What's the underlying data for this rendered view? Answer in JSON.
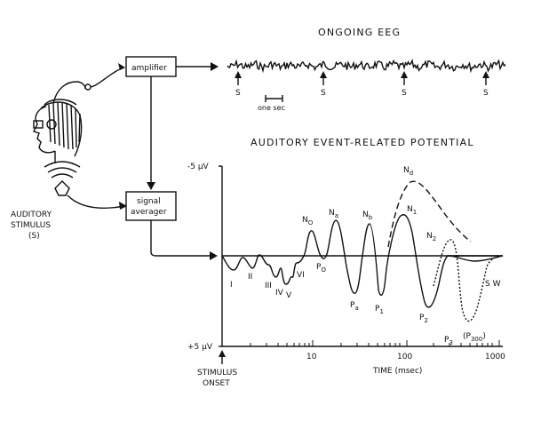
{
  "ongoing_eeg": {
    "title": "ONGOING EEG",
    "stimulus_mark": "S",
    "scale_label": "one sec"
  },
  "erp": {
    "title": "AUDITORY EVENT-RELATED POTENTIAL",
    "y_top": "-5 µV",
    "y_bottom": "+5 µV",
    "x_ticks": [
      "10",
      "100",
      "1000"
    ],
    "x_label": "TIME (msec)",
    "onset_label_1": "STIMULUS",
    "onset_label_2": "ONSET",
    "components": {
      "I": "I",
      "II": "II",
      "III": "III",
      "IV": "IV",
      "V": "V",
      "VI": "VI",
      "N0": "N",
      "N0_sub": "O",
      "P0": "P",
      "P0_sub": "O",
      "Na": "N",
      "Na_sub": "a",
      "Pa": "P",
      "Pa_sub": "a",
      "Nb": "N",
      "Nb_sub": "b",
      "P1": "P",
      "P1_sub": "1",
      "N1": "N",
      "N1_sub": "1",
      "Nd": "N",
      "Nd_sub": "d",
      "N2": "N",
      "N2_sub": "2",
      "P2": "P",
      "P2_sub": "2",
      "P3": "P",
      "P3_sub": "3",
      "P300": "(P",
      "P300_sub": "300",
      "P300_close": ")",
      "SW": "S W"
    }
  },
  "blocks": {
    "amplifier": "amplifier",
    "signal_averager_1": "signal",
    "signal_averager_2": "averager"
  },
  "stimulus": {
    "line1": "AUDITORY",
    "line2": "STIMULUS",
    "line3": "(S)"
  }
}
